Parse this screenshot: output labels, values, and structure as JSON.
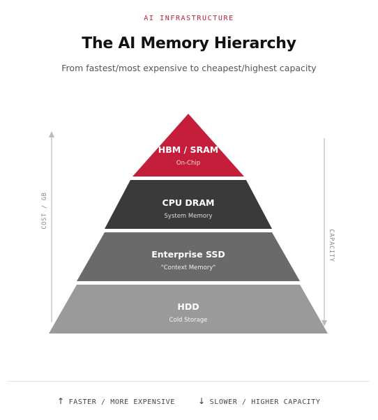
{
  "header": {
    "eyebrow": "AI INFRASTRUCTURE",
    "title": "The AI Memory Hierarchy",
    "subtitle": "From fastest/most expensive to cheapest/highest capacity"
  },
  "tiers": [
    {
      "name": "HBM / SRAM",
      "detail": "On-Chip",
      "color": "#c41e3a"
    },
    {
      "name": "CPU DRAM",
      "detail": "System Memory",
      "color": "#3a3a3a"
    },
    {
      "name": "Enterprise SSD",
      "detail": "\"Context Memory\"",
      "color": "#6a6a6a"
    },
    {
      "name": "HDD",
      "detail": "Cold Storage",
      "color": "#9a9a9a"
    }
  ],
  "axes": {
    "left_label": "COST / GB",
    "right_label": "CAPACITY"
  },
  "legend": {
    "up_icon": "↑",
    "up_label": "FASTER / MORE EXPENSIVE",
    "down_icon": "↓",
    "down_label": "SLOWER / HIGHER CAPACITY"
  },
  "colors": {
    "accent": "#b8213a",
    "axis": "#bbbbbb"
  }
}
